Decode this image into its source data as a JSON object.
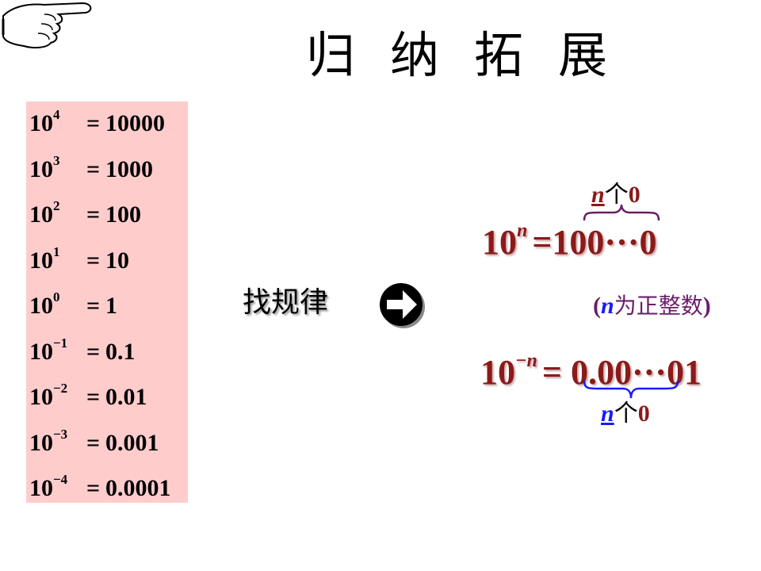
{
  "title": [
    "归",
    "纳",
    "拓",
    "展"
  ],
  "powers_table": [
    {
      "base": "10",
      "exp": "4",
      "eq": "=",
      "value": "10000"
    },
    {
      "base": "10",
      "exp": "3",
      "eq": "=",
      "value": "1000"
    },
    {
      "base": "10",
      "exp": "2",
      "eq": "=",
      "value": "100"
    },
    {
      "base": "10",
      "exp": "1",
      "eq": "=",
      "value": "10"
    },
    {
      "base": "10",
      "exp": "0",
      "eq": "=",
      "value": "1"
    },
    {
      "base": "10",
      "exp": "−1",
      "eq": "=",
      "value": "0.1"
    },
    {
      "base": "10",
      "exp": "−2",
      "eq": "=",
      "value": "0.01"
    },
    {
      "base": "10",
      "exp": "−3",
      "eq": "=",
      "value": "0.001"
    },
    {
      "base": "10",
      "exp": "−4",
      "eq": "=",
      "value": "0.0001"
    }
  ],
  "hint": "找规律",
  "formula_pos": {
    "base": "10",
    "exp": "n",
    "rhs": "=100···0"
  },
  "formula_neg": {
    "base": "10",
    "exp": "−n",
    "rhs": "= 0.00···01"
  },
  "label_top": {
    "var": "n",
    "measure": "个",
    "digit": "0"
  },
  "label_bottom": {
    "var": "n",
    "measure": "个",
    "digit": "0"
  },
  "note": {
    "open": "(",
    "var": "n",
    "text": "为正整数",
    "close": ")"
  },
  "colors": {
    "table_bg": "#ffcccc",
    "formula": "#8b1a1a",
    "note": "#6a1e6a",
    "var_blue": "#1a1aff",
    "brace_top": "#6a1e6a",
    "brace_bottom": "#1a1aff"
  },
  "icons": {
    "hand": "pointing-hand-icon",
    "arrow": "circled-right-arrow-icon"
  }
}
